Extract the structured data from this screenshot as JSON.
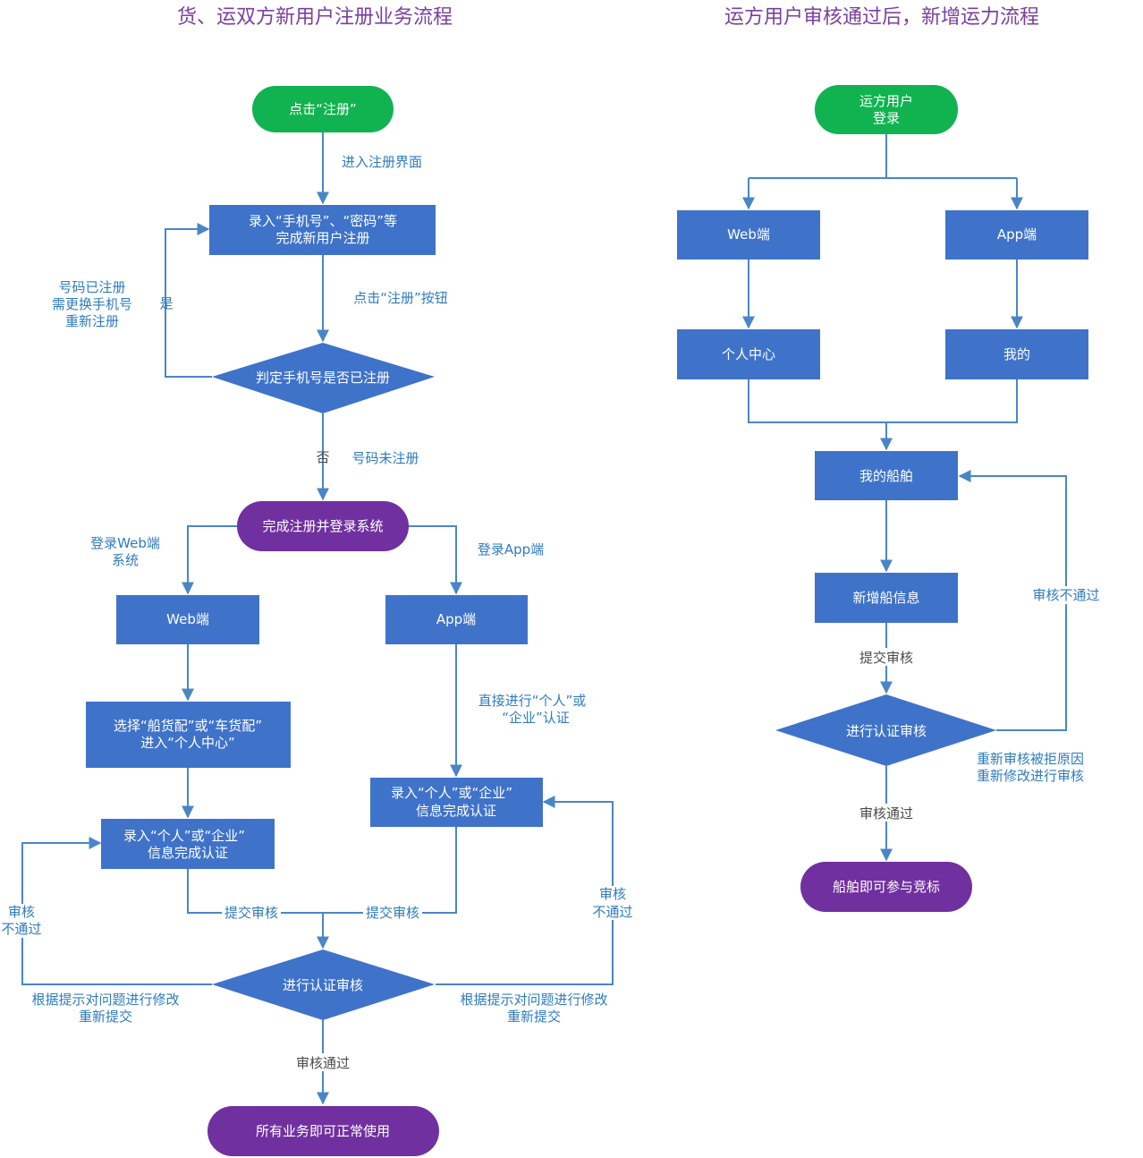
{
  "left": {
    "title": "货、运双方新用户注册业务流程",
    "nodes": {
      "start": "点击“注册”",
      "enter_info": [
        "录入“手机号”、“密码”等",
        "完成新用户注册"
      ],
      "check_phone": "判定手机号是否已注册",
      "done_register": "完成注册并登录系统",
      "web": "Web端",
      "app": "App端",
      "web_select": [
        "选择“船货配”或“车货配”",
        "进入“个人中心”"
      ],
      "web_cert": [
        "录入“个人”或“企业”",
        "信息完成认证"
      ],
      "app_cert": [
        "录入“个人”或“企业”",
        "信息完成认证"
      ],
      "verify": "进行认证审核",
      "end": "所有业务即可正常使用"
    },
    "labels": {
      "enter_page": "进入注册界面",
      "click_register": "点击“注册”按钮",
      "registered": [
        "号码已注册",
        "需更换手机号",
        "重新注册"
      ],
      "yes": "是",
      "no": "否",
      "not_registered": "号码未注册",
      "login_web": [
        "登录Web端",
        "系统"
      ],
      "login_app": "登录App端",
      "direct": [
        "直接进行“个人”或",
        "“企业”认证"
      ],
      "submit_left": "提交审核",
      "submit_right": "提交审核",
      "reject_left": [
        "审核",
        "不通过"
      ],
      "reject_right": [
        "审核",
        "不通过"
      ],
      "fix_left": [
        "根据提示对问题进行修改",
        "重新提交"
      ],
      "fix_right": [
        "根据提示对问题进行修改",
        "重新提交"
      ],
      "pass": "审核通过"
    }
  },
  "right": {
    "title": "运方用户审核通过后，新增运力流程",
    "nodes": {
      "start": [
        "运方用户",
        "登录"
      ],
      "web": "Web端",
      "app": "App端",
      "personal": "个人中心",
      "mine": "我的",
      "myship": "我的船舶",
      "addship": "新增船信息",
      "verify": "进行认证审核",
      "end": "船舶即可参与竞标"
    },
    "labels": {
      "submit": "提交审核",
      "reject": "审核不通过",
      "fix": [
        "重新审核被拒原因",
        "重新修改进行审核"
      ],
      "pass": "审核通过"
    }
  }
}
